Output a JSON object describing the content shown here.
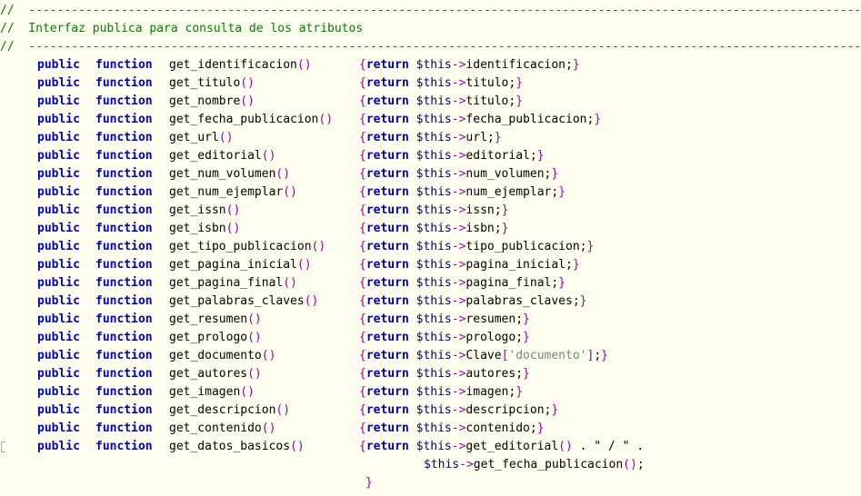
{
  "comments": {
    "line1": "//  ------------------------------------------------------------------------------------------------------------------------",
    "line2": "//  Interfaz publica para consulta de los atributos",
    "line3": "//  ------------------------------------------------------------------------------------------------------------------------"
  },
  "keywords": {
    "public": "public",
    "function": "function",
    "return": "return",
    "this": "$this"
  },
  "methods": [
    {
      "name": "get_identificacion",
      "prop": "identificacion"
    },
    {
      "name": "get_titulo",
      "prop": "titulo"
    },
    {
      "name": "get_nombre",
      "prop": "titulo"
    },
    {
      "name": "get_fecha_publicacion",
      "prop": "fecha_publicacion"
    },
    {
      "name": "get_url",
      "prop": "url"
    },
    {
      "name": "get_editorial",
      "prop": "editorial"
    },
    {
      "name": "get_num_volumen",
      "prop": "num_volumen"
    },
    {
      "name": "get_num_ejemplar",
      "prop": "num_ejemplar"
    },
    {
      "name": "get_issn",
      "prop": "issn"
    },
    {
      "name": "get_isbn",
      "prop": "isbn"
    },
    {
      "name": "get_tipo_publicacion",
      "prop": "tipo_publicacion"
    },
    {
      "name": "get_pagina_inicial",
      "prop": "pagina_inicial"
    },
    {
      "name": "get_pagina_final",
      "prop": "pagina_final"
    },
    {
      "name": "get_palabras_claves",
      "prop": "palabras_claves"
    },
    {
      "name": "get_resumen",
      "prop": "resumen"
    },
    {
      "name": "get_prologo",
      "prop": "prologo"
    },
    {
      "name": "get_documento",
      "prop": "Clave",
      "index": "'documento'"
    },
    {
      "name": "get_autores",
      "prop": "autores"
    },
    {
      "name": "get_imagen",
      "prop": "imagen"
    },
    {
      "name": "get_descripcion",
      "prop": "descripcion"
    },
    {
      "name": "get_contenido",
      "prop": "contenido"
    }
  ],
  "last_method": {
    "name": "get_datos_basicos",
    "call1": "get_editorial",
    "concat": " . \" / \" .",
    "call2": "get_fecha_publicacion"
  }
}
